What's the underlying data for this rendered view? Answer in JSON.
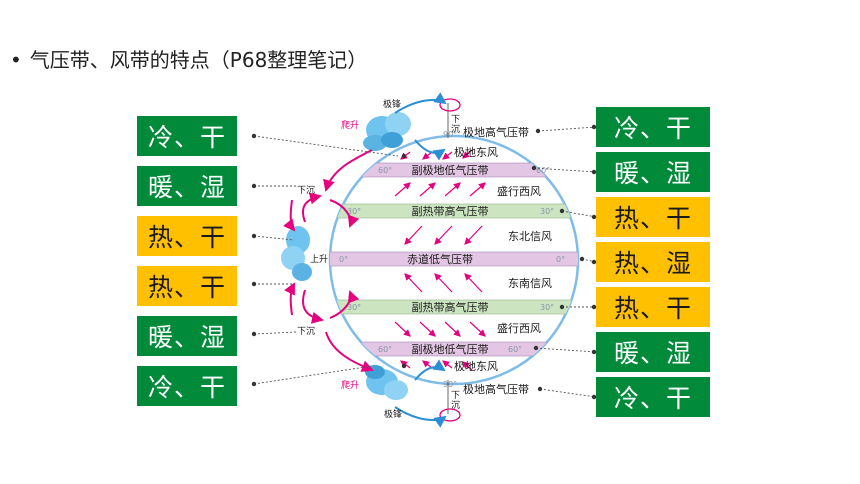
{
  "title": "气压带、风带的特点（P68整理笔记）",
  "left_tags": [
    {
      "text": "冷、干",
      "color": "#008a3a"
    },
    {
      "text": "暖、湿",
      "color": "#008a3a"
    },
    {
      "text": "热、干",
      "color": "#ffc000"
    },
    {
      "text": "热、干",
      "color": "#ffc000"
    },
    {
      "text": "暖、湿",
      "color": "#008a3a"
    },
    {
      "text": "冷、干",
      "color": "#008a3a"
    }
  ],
  "right_tags": [
    {
      "text": "冷、干",
      "color": "#008a3a"
    },
    {
      "text": "暖、湿",
      "color": "#008a3a"
    },
    {
      "text": "热、干",
      "color": "#ffc000"
    },
    {
      "text": "热、湿",
      "color": "#ffc000"
    },
    {
      "text": "热、干",
      "color": "#ffc000"
    },
    {
      "text": "暖、湿",
      "color": "#008a3a"
    },
    {
      "text": "冷、干",
      "color": "#008a3a"
    }
  ],
  "belts": [
    "副极地低气压带",
    "副热带高气压带",
    "赤道低气压带",
    "副热带高气压带",
    "副极地低气压带"
  ],
  "winds": [
    "极地东风",
    "盛行西风",
    "东北信风",
    "东南信风",
    "盛行西风",
    "极地东风"
  ],
  "polar_high": [
    "极地高气压带",
    "极地高气压带"
  ],
  "labels": {
    "jifeng": "极锋",
    "pasheng": "爬升",
    "xiachen": "下沉",
    "shangsheng": "上升",
    "xia": "下",
    "chen": "沉"
  },
  "degrees": [
    "90°",
    "60°",
    "30°",
    "0°"
  ]
}
